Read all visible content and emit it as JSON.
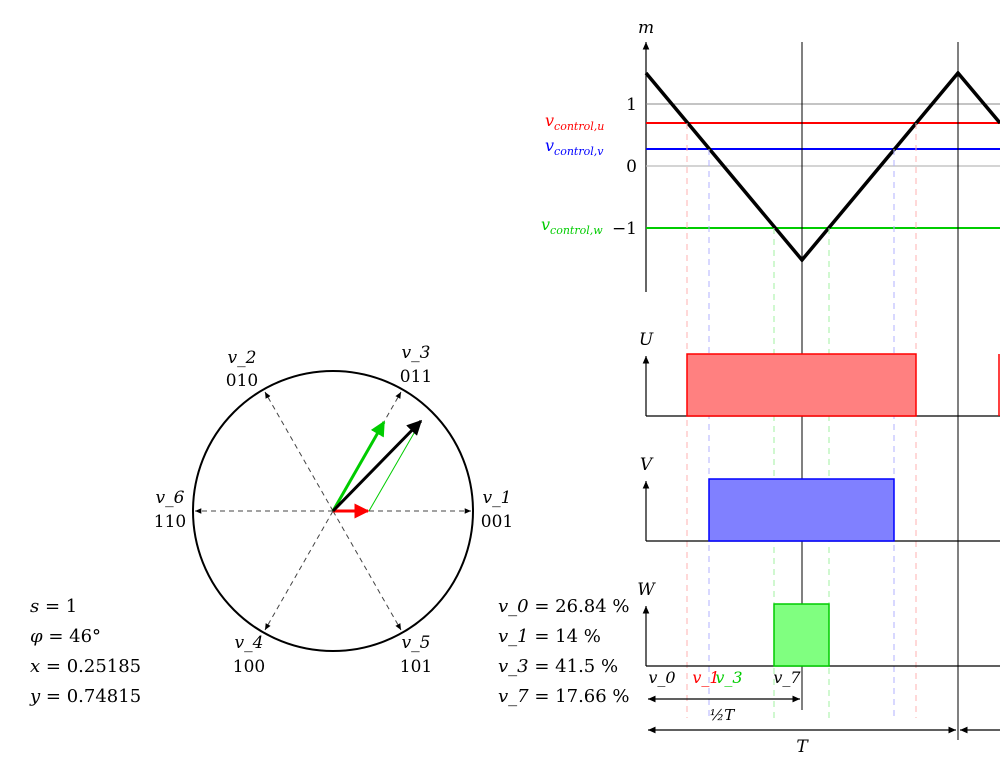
{
  "hexagon": {
    "vectors": [
      {
        "name": "v_1",
        "code": "001"
      },
      {
        "name": "v_3",
        "code": "011"
      },
      {
        "name": "v_2",
        "code": "010"
      },
      {
        "name": "v_6",
        "code": "110"
      },
      {
        "name": "v_4",
        "code": "100"
      },
      {
        "name": "v_5",
        "code": "101"
      }
    ]
  },
  "params": [
    {
      "lhs": "s",
      "rhs": "= 1"
    },
    {
      "lhs": "φ",
      "rhs": "= 46°"
    },
    {
      "lhs": "x",
      "rhs": "= 0.25185"
    },
    {
      "lhs": "y",
      "rhs": "= 0.74815"
    }
  ],
  "duty": [
    {
      "lhs": "v_0",
      "rhs": "= 26.84 %"
    },
    {
      "lhs": "v_1",
      "rhs": "= 14 %"
    },
    {
      "lhs": "v_3",
      "rhs": "= 41.5 %"
    },
    {
      "lhs": "v_7",
      "rhs": "= 17.66 %"
    }
  ],
  "carrier": {
    "ylabel": "m",
    "ticks": [
      "1",
      "0",
      "−1"
    ],
    "controls": [
      {
        "label": "v_control,u",
        "value": 0.7,
        "color": "#ff0000"
      },
      {
        "label": "v_control,v",
        "value": 0.28,
        "color": "#0000ff"
      },
      {
        "label": "v_control,w",
        "value": -1.0,
        "color": "#00cc00"
      }
    ]
  },
  "pulses": [
    {
      "label": "U",
      "color": "#ff8080",
      "stroke": "#ff0000"
    },
    {
      "label": "V",
      "color": "#8080ff",
      "stroke": "#0000ff"
    },
    {
      "label": "W",
      "color": "#80ff80",
      "stroke": "#00cc00"
    }
  ],
  "sequence": [
    {
      "label": "v_0",
      "color": "#000000"
    },
    {
      "label": "v_1",
      "color": "#ff0000"
    },
    {
      "label": "v_3",
      "color": "#00cc00"
    },
    {
      "label": "v_7",
      "color": "#000000"
    }
  ],
  "periods": {
    "half": "½T",
    "full": "T"
  }
}
